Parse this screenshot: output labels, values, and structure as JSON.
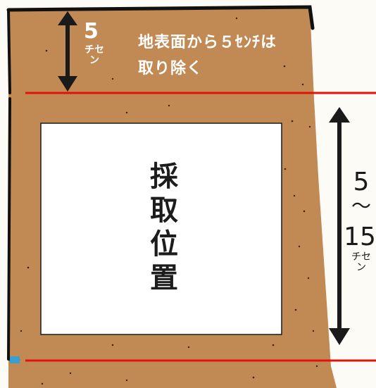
{
  "top_layer": {
    "depth_value": "5",
    "depth_unit": "チセン",
    "caption_line1": "地表面から５ｾﾝﾁは",
    "caption_line2": "取り除く"
  },
  "sample": {
    "label": "採取位置"
  },
  "sample_depth": {
    "from": "5",
    "tilde": "～",
    "to": "15",
    "unit": "チセン"
  },
  "colors": {
    "soil": "#c18a55",
    "boundary_line": "#e3120b",
    "arrow": "#1a1a1a",
    "sample_box": "#ffffff"
  }
}
